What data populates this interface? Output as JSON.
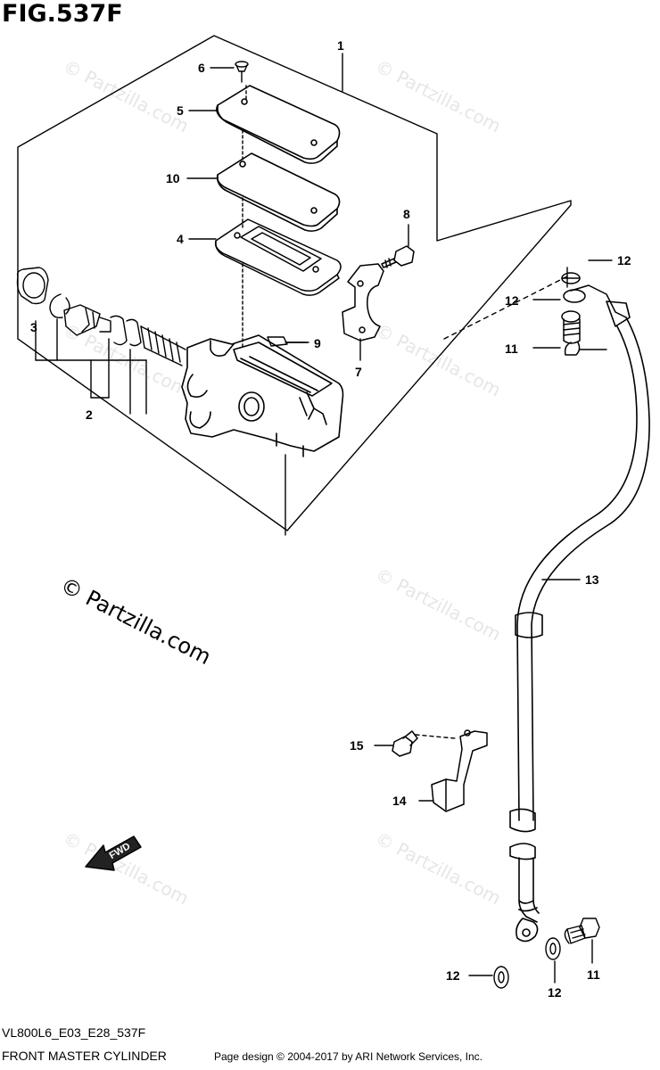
{
  "figure": {
    "title": "FIG.537F",
    "model_code": "VL800L6_E03_E28_537F",
    "caption": "FRONT MASTER CYLINDER",
    "credit": "Page design © 2004-2017 by ARI Network Services, Inc.",
    "copyright": "© Partzilla.com",
    "watermark": "© Partzilla.com",
    "fwd_label": "FWD"
  },
  "callouts": [
    "1",
    "2",
    "3",
    "4",
    "5",
    "6",
    "7",
    "8",
    "9",
    "10",
    "11",
    "12",
    "13",
    "14",
    "15"
  ],
  "colors": {
    "ink": "#000000",
    "watermark": "#e6e6e6"
  }
}
